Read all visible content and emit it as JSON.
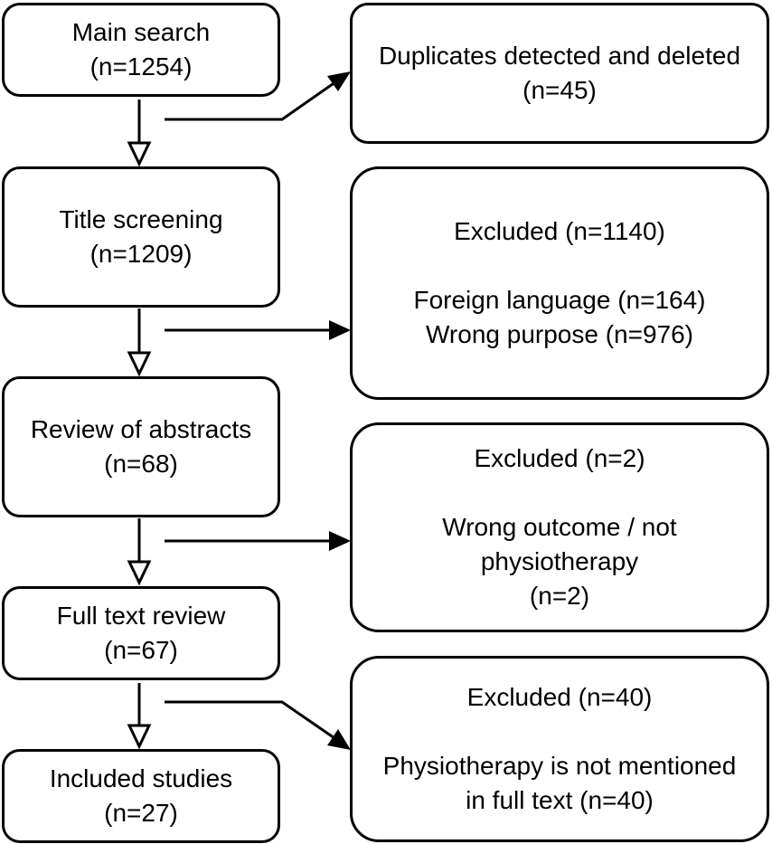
{
  "steps": [
    {
      "title": "Main search",
      "count": "(n=1254)"
    },
    {
      "title": "Title screening",
      "count": "(n=1209)"
    },
    {
      "title": "Review of abstracts",
      "count": "(n=68)"
    },
    {
      "title": "Full text review",
      "count": "(n=67)"
    },
    {
      "title": "Included studies",
      "count": "(n=27)"
    }
  ],
  "exclusions": [
    {
      "line1": "Duplicates detected and deleted",
      "line2": "(n=45)"
    },
    {
      "heading": "Excluded (n=1140)",
      "reason1": "Foreign language (n=164)",
      "reason2": "Wrong purpose (n=976)"
    },
    {
      "heading": "Excluded (n=2)",
      "reason1": "Wrong outcome / not",
      "reason2": "physiotherapy",
      "reason3": "(n=2)"
    },
    {
      "heading": "Excluded (n=40)",
      "reason1": "Physiotherapy is not mentioned",
      "reason2": "in full text (n=40)"
    }
  ]
}
